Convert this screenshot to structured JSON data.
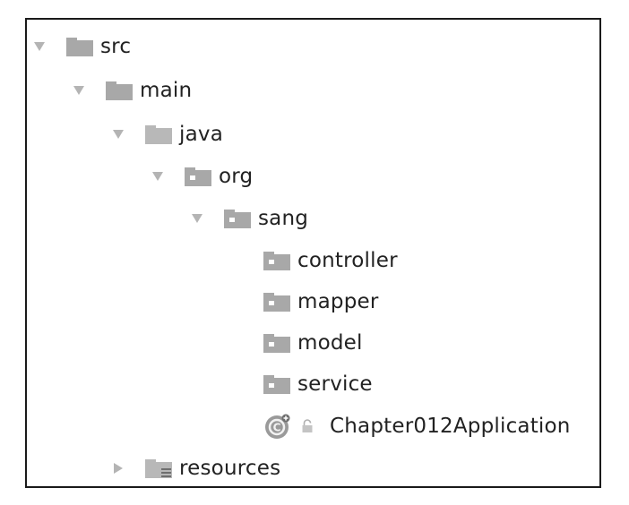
{
  "tree": {
    "src": {
      "label": "src",
      "icon": "folder-icon",
      "expanded": true
    },
    "main": {
      "label": "main",
      "icon": "folder-icon",
      "expanded": true
    },
    "java": {
      "label": "java",
      "icon": "source-folder-icon",
      "expanded": true
    },
    "org": {
      "label": "org",
      "icon": "package-icon",
      "expanded": true
    },
    "sang": {
      "label": "sang",
      "icon": "package-icon",
      "expanded": true
    },
    "controller": {
      "label": "controller",
      "icon": "package-icon"
    },
    "mapper": {
      "label": "mapper",
      "icon": "package-icon"
    },
    "model": {
      "label": "model",
      "icon": "package-icon"
    },
    "service": {
      "label": "service",
      "icon": "package-icon"
    },
    "app_class": {
      "label": "Chapter012Application",
      "icon": "spring-boot-class-icon"
    },
    "resources": {
      "label": "resources",
      "icon": "resources-folder-icon",
      "expanded": false
    }
  },
  "colors": {
    "folder": "#a8a8a8",
    "arrow": "#b4b4b4",
    "text": "#222222",
    "border": "#1a1a1a"
  }
}
